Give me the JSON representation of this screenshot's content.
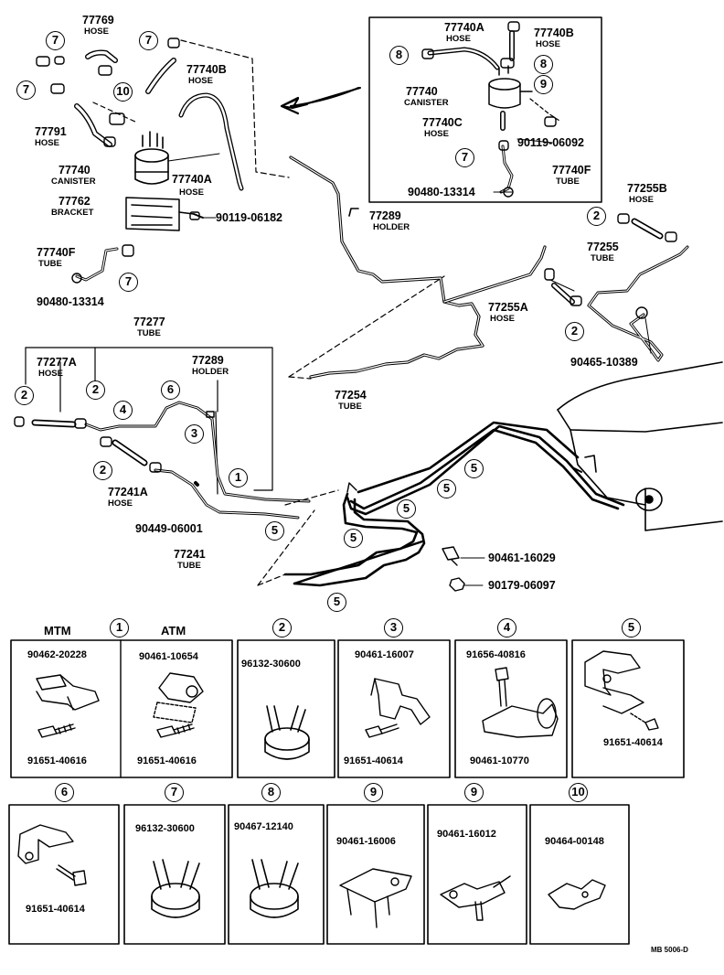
{
  "top_labels": {
    "p77769": {
      "num": "77769",
      "sub": "HOSE"
    },
    "p77740b_l": {
      "num": "77740B",
      "sub": "HOSE"
    },
    "p77791": {
      "num": "77791",
      "sub": "HOSE"
    },
    "p77740_l": {
      "num": "77740",
      "sub": "CANISTER"
    },
    "p77740a_l": {
      "num": "77740A",
      "sub": "HOSE"
    },
    "p77762": {
      "num": "77762",
      "sub": "BRACKET"
    },
    "p90119_l": {
      "num": "90119-06182"
    },
    "p77740f_l": {
      "num": "77740F",
      "sub": "TUBE"
    },
    "p90480_l": {
      "num": "90480-13314"
    },
    "p77740a_r": {
      "num": "77740A",
      "sub": "HOSE"
    },
    "p77740b_r": {
      "num": "77740B",
      "sub": "HOSE"
    },
    "p77740_r": {
      "num": "77740",
      "sub": "CANISTER"
    },
    "p77740c": {
      "num": "77740C",
      "sub": "HOSE"
    },
    "p90119_r": {
      "num": "90119-06092"
    },
    "p77740f_r": {
      "num": "77740F",
      "sub": "TUBE"
    },
    "p90480_r": {
      "num": "90480-13314"
    },
    "p77289_t": {
      "num": "77289",
      "sub": "HOLDER"
    },
    "p77255b": {
      "num": "77255B",
      "sub": "HOSE"
    },
    "p77255": {
      "num": "77255",
      "sub": "TUBE"
    },
    "p77255a": {
      "num": "77255A",
      "sub": "HOSE"
    },
    "p90465": {
      "num": "90465-10389"
    },
    "p77277": {
      "num": "77277",
      "sub": "TUBE"
    },
    "p77277a": {
      "num": "77277A",
      "sub": "HOSE"
    },
    "p77289_m": {
      "num": "77289",
      "sub": "HOLDER"
    },
    "p77254": {
      "num": "77254",
      "sub": "TUBE"
    },
    "p77241a": {
      "num": "77241A",
      "sub": "HOSE"
    },
    "p90449": {
      "num": "90449-06001"
    },
    "p77241": {
      "num": "77241",
      "sub": "TUBE"
    },
    "p90461_16029": {
      "num": "90461-16029"
    },
    "p90179": {
      "num": "90179-06097"
    }
  },
  "callouts": {
    "c7a": "7",
    "c7b": "7",
    "c7c": "7",
    "c10": "10",
    "c7d": "7",
    "c8a": "8",
    "c8b": "8",
    "c9": "9",
    "c7e": "7",
    "c2a": "2",
    "c2b": "2",
    "c2c": "2",
    "c2d": "2",
    "c2e": "2",
    "c4": "4",
    "c6": "6",
    "c3": "3",
    "c1": "1",
    "c5a": "5",
    "c5b": "5",
    "c5c": "5",
    "c5d": "5",
    "c5e": "5",
    "c5f": "5"
  },
  "details": {
    "d1": {
      "num": "1",
      "mtm": "MTM",
      "atm": "ATM",
      "a": "90462-20228",
      "b": "91651-40616",
      "c": "90461-10654",
      "d": "91651-40616"
    },
    "d2": {
      "num": "2",
      "a": "96132-30600"
    },
    "d3": {
      "num": "3",
      "a": "90461-16007",
      "b": "91651-40614"
    },
    "d4": {
      "num": "4",
      "a": "91656-40816",
      "b": "90461-10770"
    },
    "d5": {
      "num": "5",
      "a": "91651-40614"
    },
    "d6": {
      "num": "6",
      "a": "91651-40614"
    },
    "d7": {
      "num": "7",
      "a": "96132-30600"
    },
    "d8": {
      "num": "8",
      "a": "90467-12140"
    },
    "d9a": {
      "num": "9",
      "a": "90461-16006"
    },
    "d9b": {
      "num": "9",
      "a": "90461-16012"
    },
    "d10": {
      "num": "10",
      "a": "90464-00148"
    }
  },
  "footer": "MB 5006-D"
}
